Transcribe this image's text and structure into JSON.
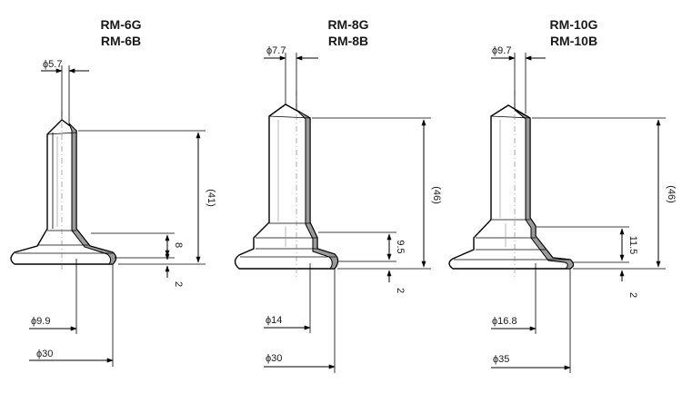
{
  "colors": {
    "line": "#000000",
    "section": "#9a9a9a",
    "background": "#ffffff"
  },
  "parts": [
    {
      "label_line1": "RM-6G",
      "label_line2": "RM-6B",
      "tip_diameter": "ϕ5.7",
      "height": "(41)",
      "step_height": "8",
      "flange_thickness": "2",
      "neck_diameter": "ϕ9.9",
      "base_diameter": "ϕ30"
    },
    {
      "label_line1": "RM-8G",
      "label_line2": "RM-8B",
      "tip_diameter": "ϕ7.7",
      "height": "(46)",
      "step_height": "9.5",
      "flange_thickness": "2",
      "neck_diameter": "ϕ14",
      "base_diameter": "ϕ30"
    },
    {
      "label_line1": "RM-10G",
      "label_line2": "RM-10B",
      "tip_diameter": "ϕ9.7",
      "height": "(46)",
      "step_height": "11.5",
      "flange_thickness": "2",
      "neck_diameter": "ϕ16.8",
      "base_diameter": "ϕ35"
    }
  ]
}
